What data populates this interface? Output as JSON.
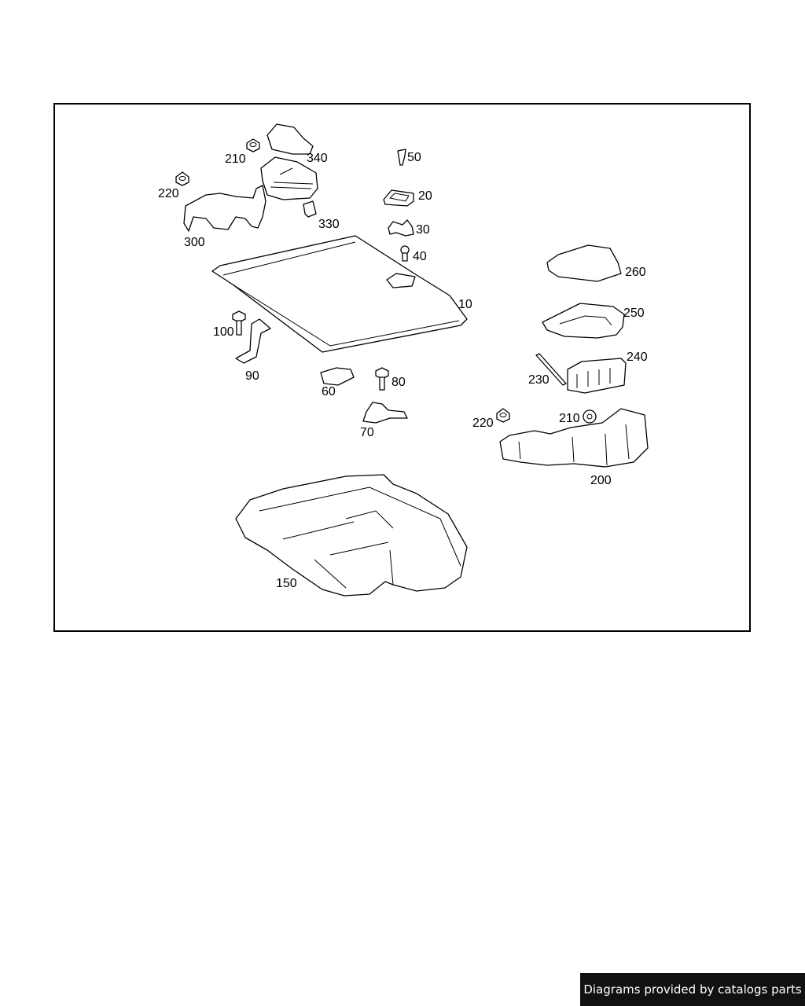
{
  "callouts": {
    "c10": "10",
    "c20": "20",
    "c30": "30",
    "c40": "40",
    "c50": "50",
    "c60": "60",
    "c70": "70",
    "c80": "80",
    "c90": "90",
    "c100": "100",
    "c150": "150",
    "c200": "200",
    "c210a": "210",
    "c210b": "210",
    "c220a": "220",
    "c220b": "220",
    "c230": "230",
    "c240": "240",
    "c250": "250",
    "c260": "260",
    "c300": "300",
    "c330": "330",
    "c340": "340"
  },
  "footer": {
    "credit": "Diagrams provided by catalogs parts"
  }
}
